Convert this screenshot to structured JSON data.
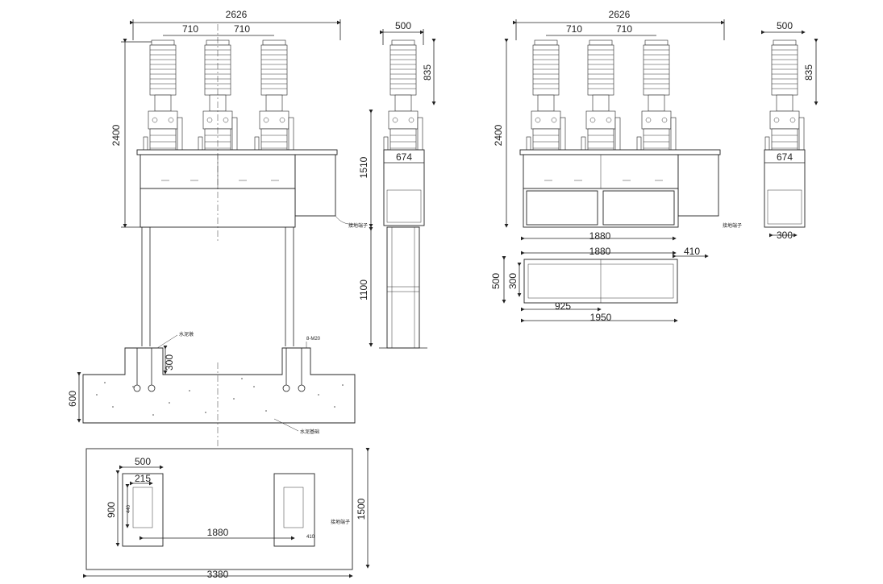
{
  "drawing": {
    "left_front": {
      "total_width": "2626",
      "pole_spacing_1": "710",
      "pole_spacing_2": "710",
      "total_height": "2400"
    },
    "left_side": {
      "top_width": "500",
      "bushing_height": "835",
      "cabinet_height": "1510",
      "cabinet_width": "674",
      "support_height": "1100"
    },
    "foundation_section": {
      "anchor_label": "水泥墩",
      "bolt_label": "8-M20",
      "height_600": "600",
      "height_300": "300",
      "concrete_label": "水泥基础"
    },
    "foundation_plan": {
      "pad_width": "500",
      "inner_width": "215",
      "pad_height": "900",
      "inner_height": "440",
      "pad_spacing": "1880",
      "total_length": "3380",
      "total_depth": "1500",
      "small_dim": "410"
    },
    "right_front": {
      "total_width": "2626",
      "pole_spacing_1": "710",
      "pole_spacing_2": "710",
      "total_height": "2400",
      "base_width": "1880"
    },
    "right_side": {
      "top_width": "500",
      "bushing_height": "835",
      "cabinet_width": "674",
      "base_width": "300"
    },
    "base_plan": {
      "inner_length": "1880",
      "side_dim": "410",
      "height_500": "500",
      "height_300": "300",
      "half_length": "925",
      "total_length": "1950"
    },
    "grounding_label": "接地端子"
  }
}
